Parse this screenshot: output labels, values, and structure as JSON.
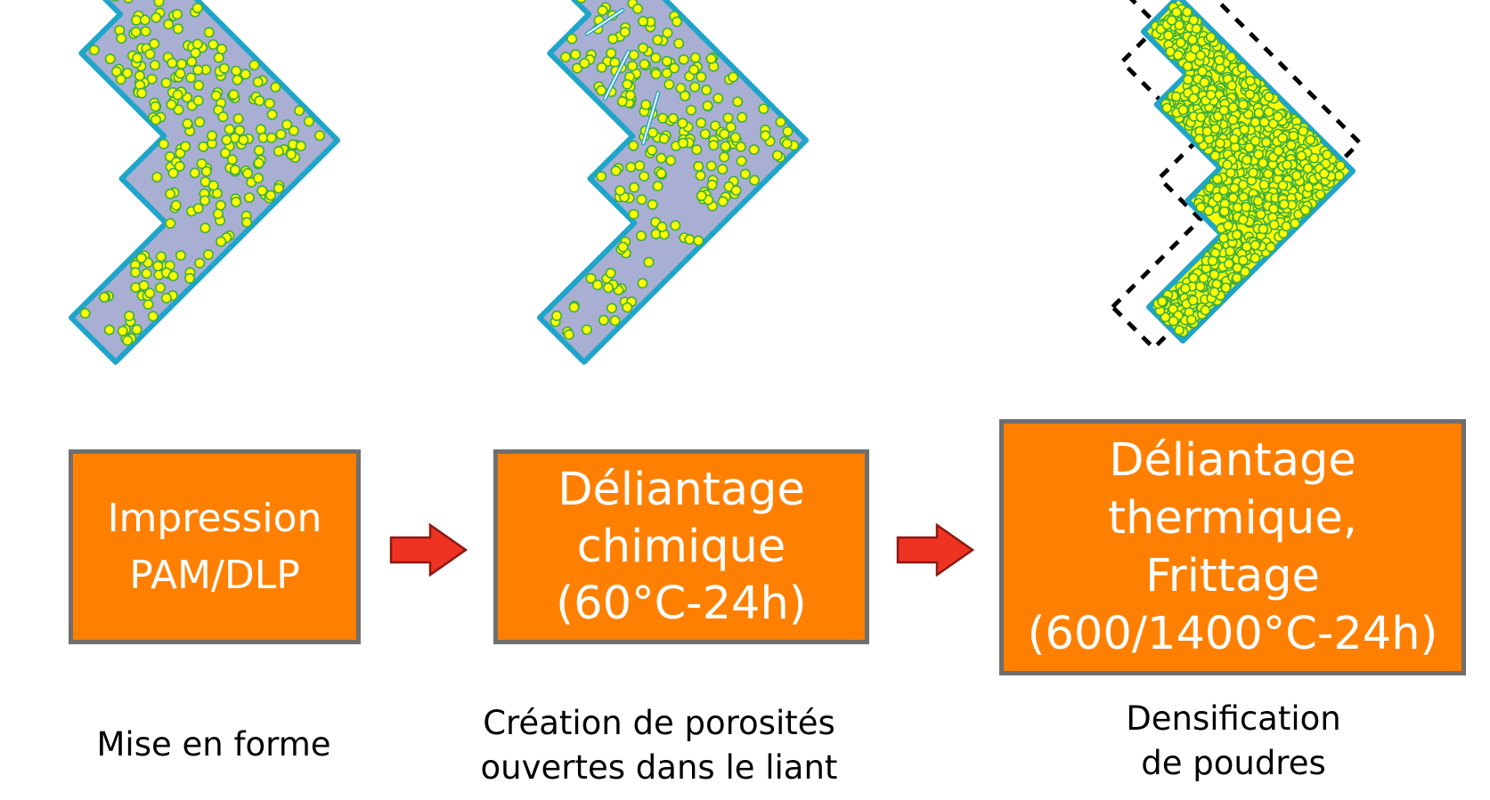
{
  "steps": [
    {
      "box_lines": [
        "Impression",
        "PAM/DLP"
      ],
      "caption_lines": [
        "Mise en forme"
      ]
    },
    {
      "box_lines": [
        "Déliantage",
        "chimique",
        "(60°C-24h)"
      ],
      "caption_lines": [
        "Création de porosités",
        "ouvertes dans le liant"
      ]
    },
    {
      "box_lines": [
        "Déliantage",
        "thermique,",
        "Frittage",
        "(600/1400°C-24h)"
      ],
      "caption_lines": [
        "Densification",
        "de poudres"
      ]
    }
  ],
  "colors": {
    "box_fill": "#ff8000",
    "box_border": "#6f6f6f",
    "box_text": "#ffffff",
    "arrow_fill": "#ee3322",
    "part_fill": "#a9aed3",
    "part_outline": "#1fa5c9",
    "particle_fill": "#ffff00",
    "particle_outline": "#3fae3f",
    "dashed_outline": "#000000"
  },
  "icons": [
    "green-part-icon",
    "debound-part-icon",
    "sintered-part-icon",
    "process-arrow-icon"
  ]
}
